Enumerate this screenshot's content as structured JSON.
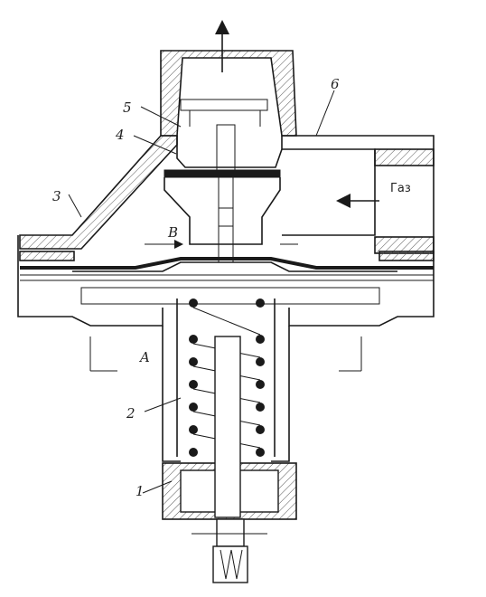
{
  "labels": {
    "n1": "1",
    "n2": "2",
    "n3": "3",
    "n4": "4",
    "n5": "5",
    "n6": "6",
    "a": "A",
    "b": "B",
    "gas": "Газ"
  }
}
